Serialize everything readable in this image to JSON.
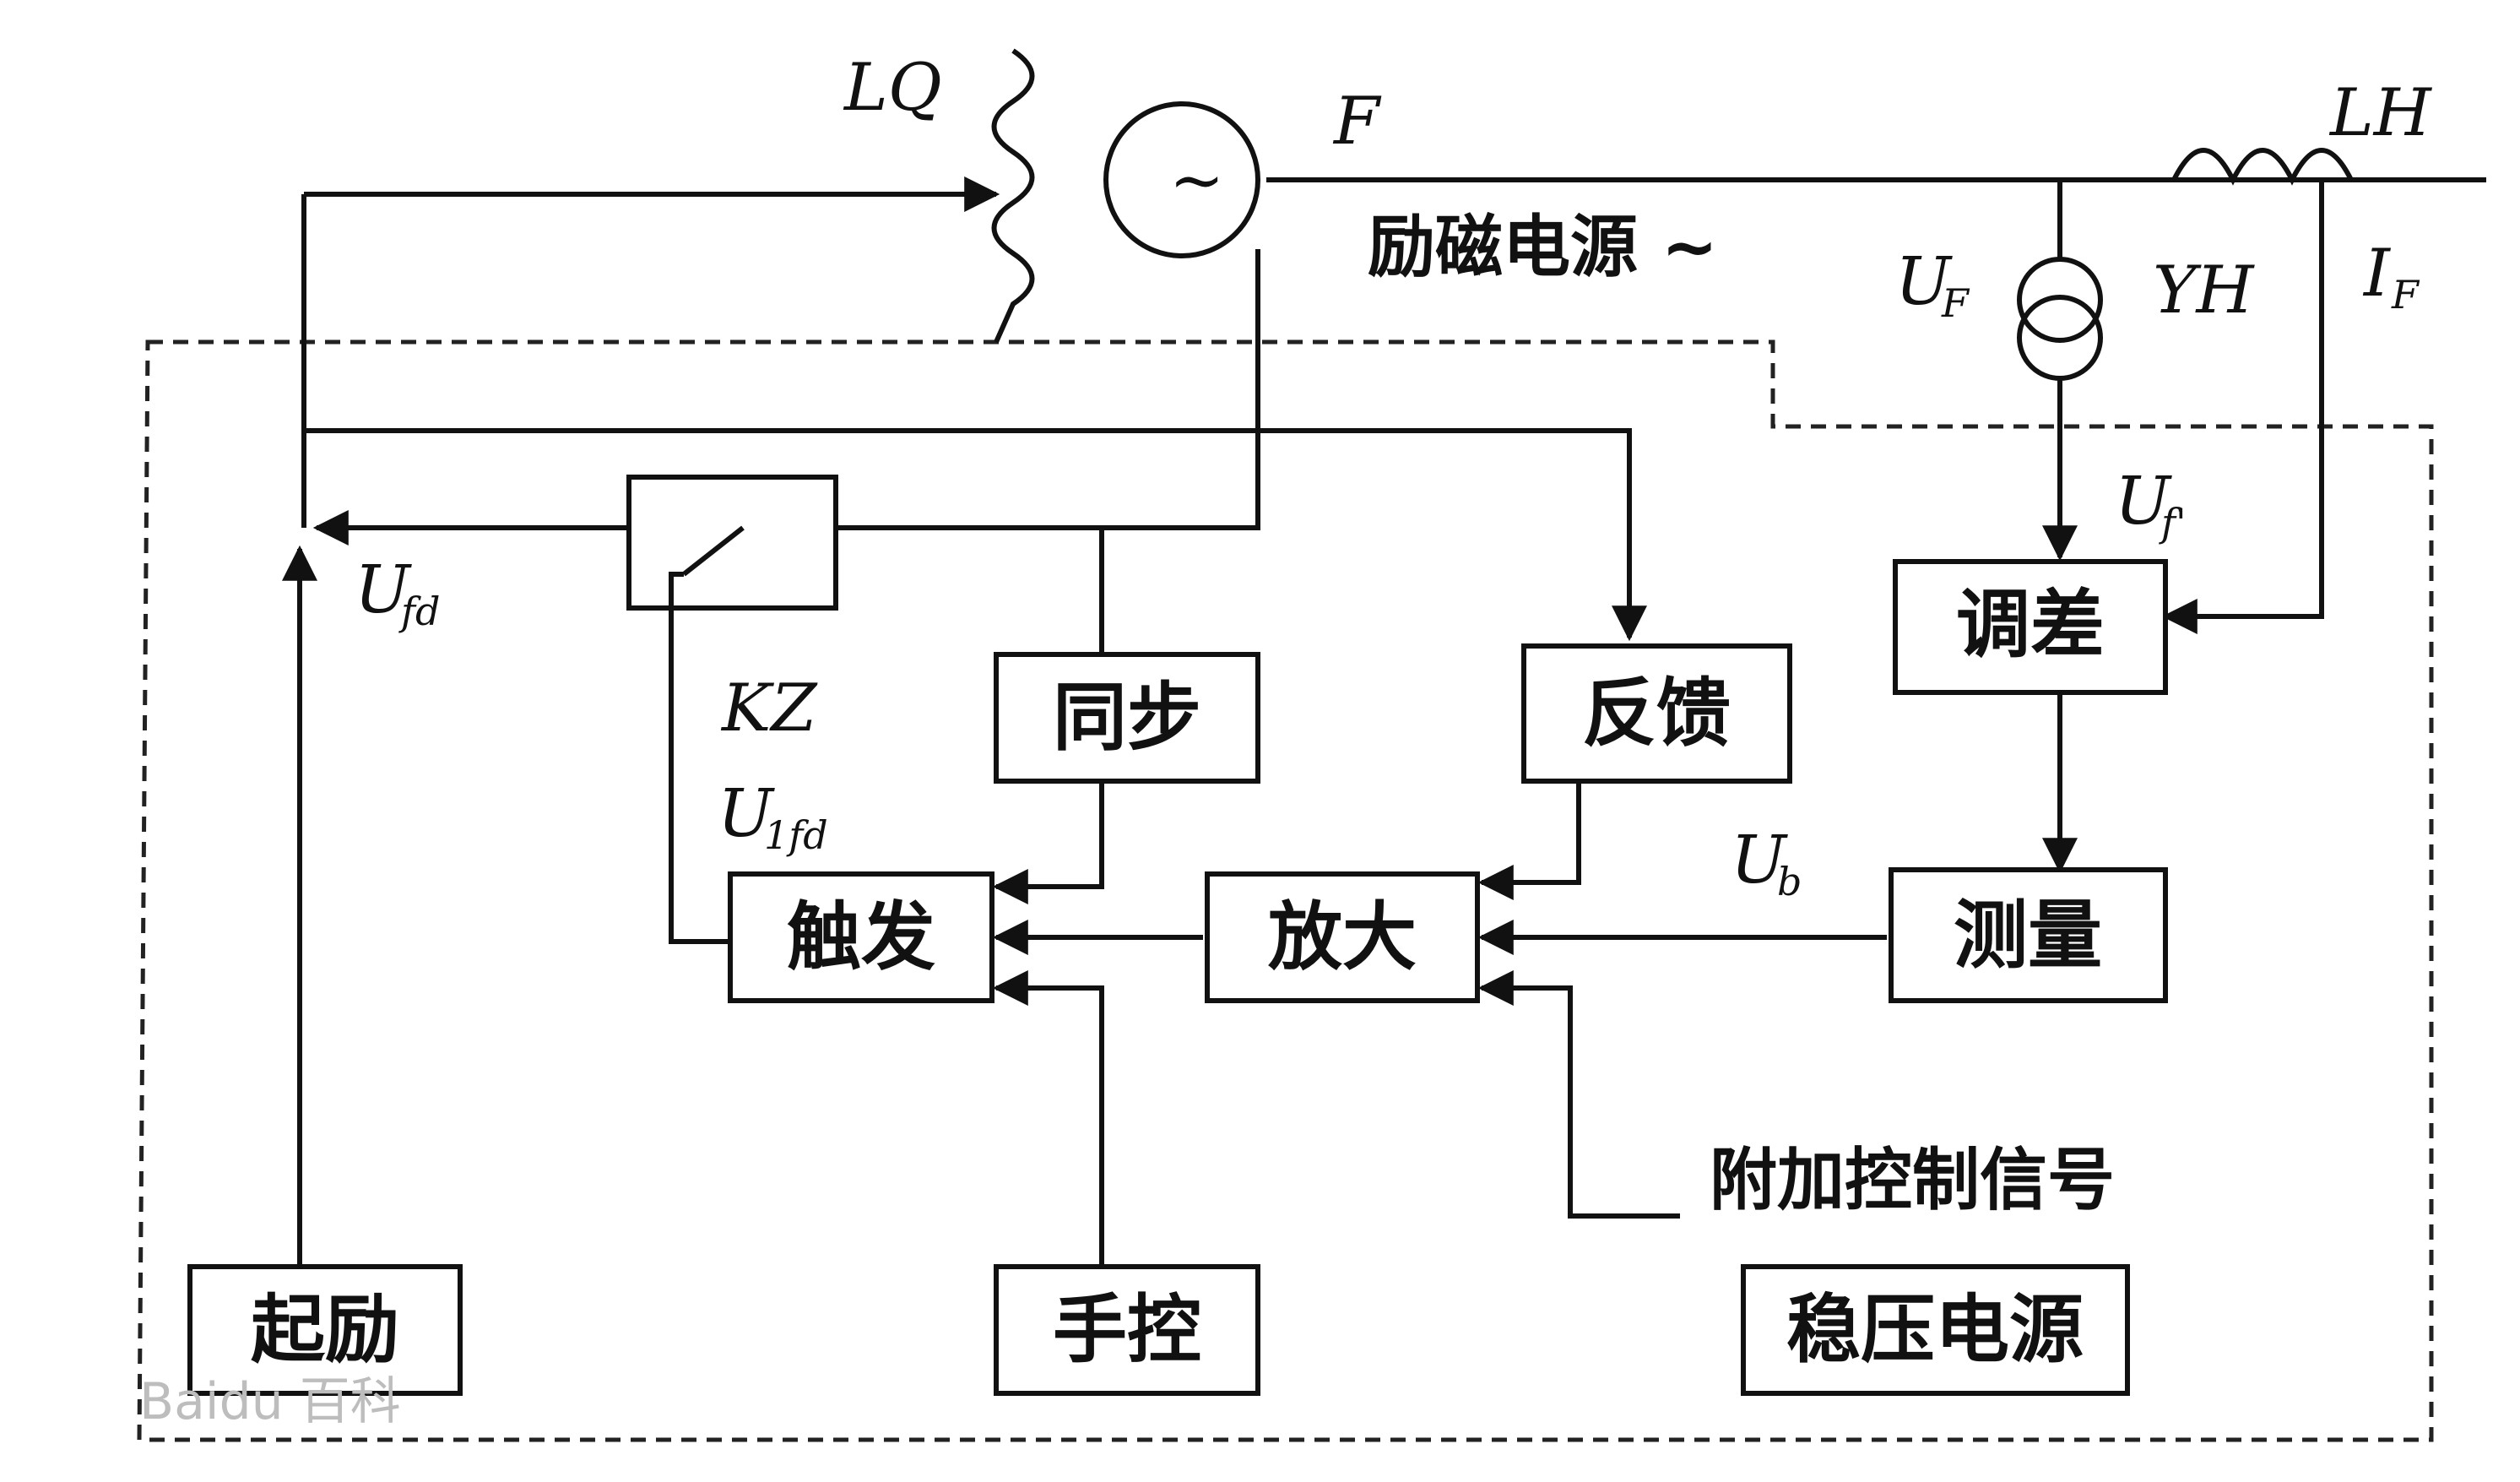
{
  "blocks": {
    "qili": "起励",
    "tongbu": "同步",
    "fankui": "反馈",
    "tiaocha": "调差",
    "chufa": "触发",
    "fangda": "放大",
    "celiang": "测量",
    "shoukong": "手控",
    "wenya": "稳压电源"
  },
  "labels": {
    "lq": "LQ",
    "f": "F",
    "lh": "LH",
    "lici": "励磁电源 ~",
    "uf_main": "U",
    "uf_main_sub": "F",
    "yh": "YH",
    "if_main": "I",
    "if_main_sub": "F",
    "uf_prime": "U",
    "uf_prime_sub": "f'",
    "ufd": "U",
    "ufd_sub": "fd",
    "kz": "KZ",
    "u1fd": "U",
    "u1fd_sub": "1fd",
    "ub": "U",
    "ub_sub": "b",
    "fujia": "附加控制信号",
    "gen_symbol": "~"
  },
  "watermark": "Baidu 百科"
}
